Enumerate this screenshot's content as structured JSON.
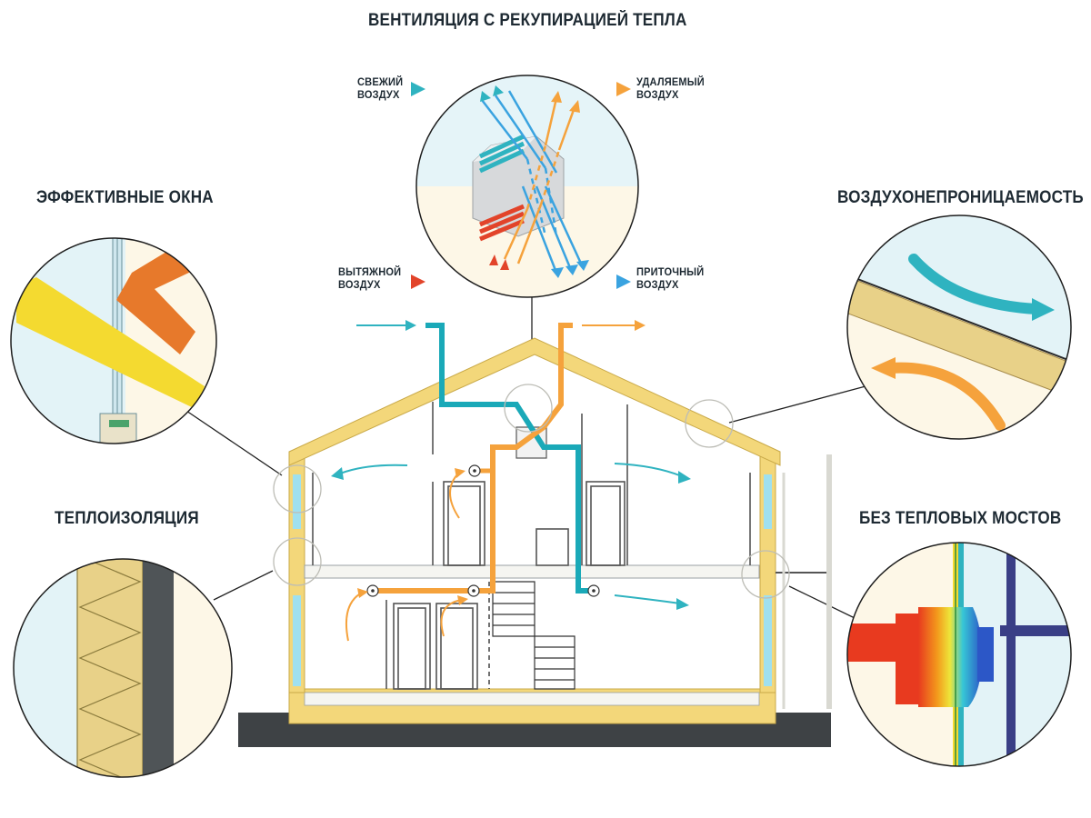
{
  "title": "ВЕНТИЛЯЦИЯ С РЕКУПИРАЦИЕЙ ТЕПЛА",
  "features": {
    "windows": "ЭФФЕКТИВНЫЕ ОКНА",
    "insulation": "ТЕПЛОИЗОЛЯЦИЯ",
    "airtightness": "ВОЗДУХОНЕПРОНИЦАЕМОСТЬ",
    "no_bridges": "БЕЗ ТЕПЛОВЫХ МОСТОВ"
  },
  "legend": {
    "fresh_line1": "СВЕЖИЙ",
    "fresh_line2": "ВОЗДУХ",
    "exhaust_out_line1": "УДАЛЯЕМЫЙ",
    "exhaust_out_line2": "ВОЗДУХ",
    "extract_line1": "ВЫТЯЖНОЙ",
    "extract_line2": "ВОЗДУХ",
    "supply_line1": "ПРИТОЧНЫЙ",
    "supply_line2": "ВОЗДУХ"
  },
  "colors": {
    "fresh": "#2fb3c0",
    "exhaust_out": "#f5a23c",
    "extract": "#e2442a",
    "supply": "#3aa3e0",
    "wall": "#f3d77a",
    "wall_border": "#c9a948",
    "duct_supply": "#1aa9b8",
    "duct_extract": "#f5a23c"
  }
}
